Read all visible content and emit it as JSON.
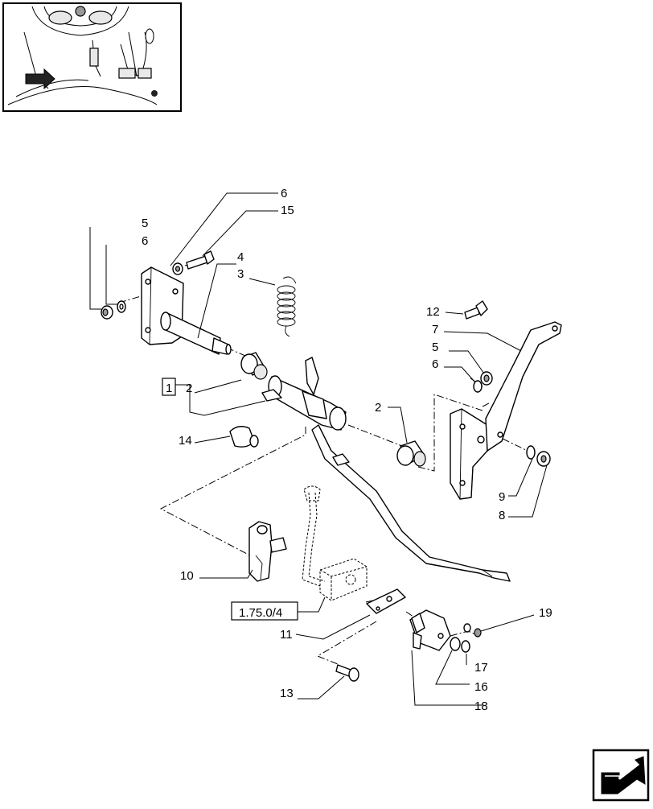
{
  "labels": {
    "l1": "1",
    "l2a": "2",
    "l2b": "2",
    "l3": "3",
    "l4": "4",
    "l5a": "5",
    "l5b": "5",
    "l6a": "6",
    "l6b": "6",
    "l6c": "6",
    "l7": "7",
    "l8": "8",
    "l9": "9",
    "l10": "10",
    "l11": "11",
    "l12": "12",
    "l13": "13",
    "l14": "14",
    "l15": "15",
    "l16": "16",
    "l17": "17",
    "l18": "18",
    "l19": "19"
  },
  "reference": "1.75.0/4",
  "icons": {
    "thumbnail": "tractor-cab-pedal-location-thumbnail",
    "nav": "next-page-arrow-icon"
  }
}
